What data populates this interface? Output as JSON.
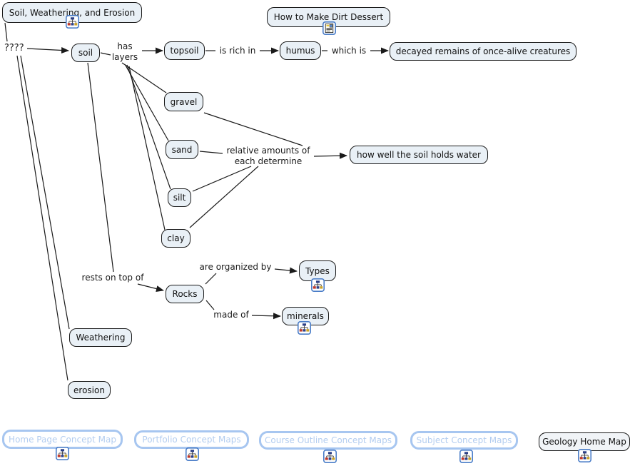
{
  "nodes": {
    "title": "Soil, Weathering, and Erosion",
    "dirt_dessert": "How to Make Dirt Dessert",
    "question": "????",
    "soil": "soil",
    "topsoil": "topsoil",
    "humus": "humus",
    "decayed": "decayed remains of once-alive creatures",
    "gravel": "gravel",
    "sand": "sand",
    "silt": "silt",
    "clay": "clay",
    "holds_water": "how well the soil holds water",
    "rocks": "Rocks",
    "types": "Types",
    "minerals": "minerals",
    "weathering": "Weathering",
    "erosion": "erosion"
  },
  "links": {
    "has_layers": "has\nlayers",
    "is_rich_in": "is rich in",
    "which_is": "which is",
    "relative_amounts": "relative amounts of\neach determine",
    "rests_on": "rests on top of",
    "organized_by": "are organized by",
    "made_of": "made of"
  },
  "footer": {
    "items": [
      "Home Page Concept Map",
      "Portfolio Concept Maps",
      "Course Outline Concept Maps",
      "Subject Concept Maps",
      "Geology Home Map"
    ]
  },
  "icons": {
    "concept_map": "concept-map-icon",
    "document": "document-icon"
  },
  "colors": {
    "node_fill": "#e9f0f6",
    "line_color": "#1a1a1a",
    "footer_border": "#a7c6f0",
    "footer_text": "#b3cdf0",
    "icon_frame": "#4a7dc8"
  }
}
